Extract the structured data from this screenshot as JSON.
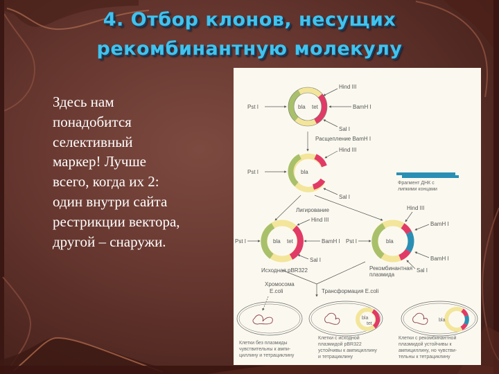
{
  "slide": {
    "title_lines": [
      "4. Отбор клонов, несущих",
      "рекомбинантную молекулу"
    ],
    "body_lines": [
      "Здесь нам",
      "понадобится",
      "селективный",
      "маркер! Лучше",
      "всего, когда их 2:",
      "один внутри сайта",
      "рестрикции вектора,",
      "другой – снаружи."
    ],
    "colors": {
      "title": "#3fc3ef",
      "background": "#6a3a32",
      "body_text": "#ffffff",
      "gene_bla": "#a9c06a",
      "gene_yellow": "#f3e59a",
      "gene_tet": "#e23a66",
      "insert_dna": "#2a8fb5"
    }
  },
  "figure": {
    "plasmid1": {
      "genes": [
        "bla",
        "tet"
      ],
      "sites": {
        "left": "Pst I",
        "top_right": "Hind III",
        "right": "BamH I",
        "bottom_right": "Sal I"
      }
    },
    "step1": "Расщепление BamH I",
    "plasmid2": {
      "genes": [
        "bla"
      ],
      "sites": {
        "left": "Pst I",
        "top_right": "Hind III",
        "bottom_right": "Sal I"
      }
    },
    "fragment_label_lines": [
      "Фрагмент ДНК с",
      "липкими концами"
    ],
    "step2": "Лигирование",
    "plasmid3": {
      "genes": [
        "bla",
        "tet"
      ],
      "sites": {
        "left": "Pst I",
        "top_right": "Hind III",
        "right": "BamH I",
        "bottom_right": "Sal I"
      },
      "caption": "Исходная pBR322"
    },
    "plasmid4": {
      "genes": [
        "bla"
      ],
      "sites": {
        "left": "Pst I",
        "top_right": "Hind III",
        "right_top": "BamH I",
        "right_bottom": "BamH I",
        "bottom": "Sal I"
      },
      "caption_lines": [
        "Рекомбинантная",
        "плазмида"
      ]
    },
    "chromosome_label_lines": [
      "Хромосома",
      "E.coli"
    ],
    "step3": "Трансформация  E.coli",
    "cell2_genes": [
      "bla",
      "tet"
    ],
    "cell3_genes": [
      "bla"
    ],
    "cell_captions": [
      [
        "Клетки без плазмиды",
        "чувствительны к ампи-",
        "циллину и тетрациклину"
      ],
      [
        "Клетки с исходной",
        "плазмидой pBR322",
        "устойчивы к ампициллину",
        "и тетрациклину"
      ],
      [
        "Клетки с рекомбинантной",
        "плазмидой устойчивы к",
        "ампициллину, но чувстви-",
        "тельны к тетрациклину"
      ]
    ]
  }
}
